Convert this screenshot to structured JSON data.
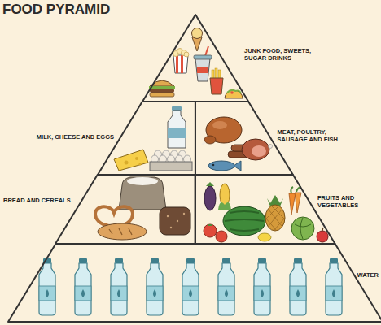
{
  "diagram": {
    "title": "FOOD PYRAMID",
    "nodes": [
      {
        "text": [
          "JUNK FOOD, SWEETS, SUGAR DRINKS"
        ]
      },
      {
        "text": [
          "MILK, CHEESE AND EGGS"
        ]
      },
      {
        "text": [
          "MEAT, POULTRY, SAUSAGE AND FISH"
        ]
      },
      {
        "text": [
          "BREAD AND CEREALS"
        ]
      },
      {
        "text": [
          "FRUITS AND VEGETABLES"
        ]
      },
      {
        "text": [
          "WATER"
        ]
      }
    ]
  }
}
